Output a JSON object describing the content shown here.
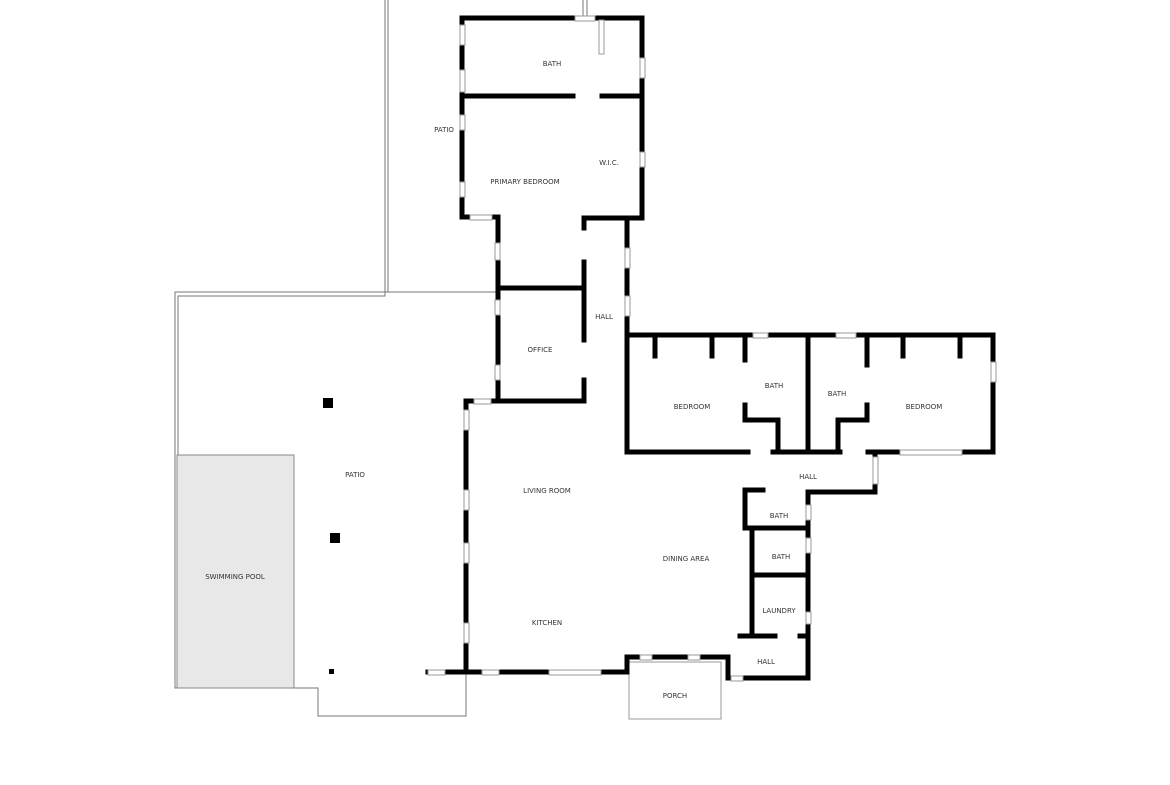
{
  "plan": {
    "rooms": {
      "bath_primary": "BATH",
      "patio_upper": "PATIO",
      "primary_bedroom": "PRIMARY BEDROOM",
      "wic": "W.I.C.",
      "hall_upper": "HALL",
      "office": "OFFICE",
      "bedroom_left": "BEDROOM",
      "bath_a": "BATH",
      "bath_b": "BATH",
      "bedroom_right": "BEDROOM",
      "patio": "PATIO",
      "living_room": "LIVING ROOM",
      "hall_mid": "HALL",
      "bath_c": "BATH",
      "bath_d": "BATH",
      "dining_area": "DINING AREA",
      "swimming_pool": "SWIMMING POOL",
      "laundry": "LAUNDRY",
      "kitchen": "KITCHEN",
      "hall_lower": "HALL",
      "porch": "PORCH"
    },
    "colors": {
      "wall": "#000000",
      "pool": "#e8e8e8",
      "background": "#ffffff"
    }
  }
}
